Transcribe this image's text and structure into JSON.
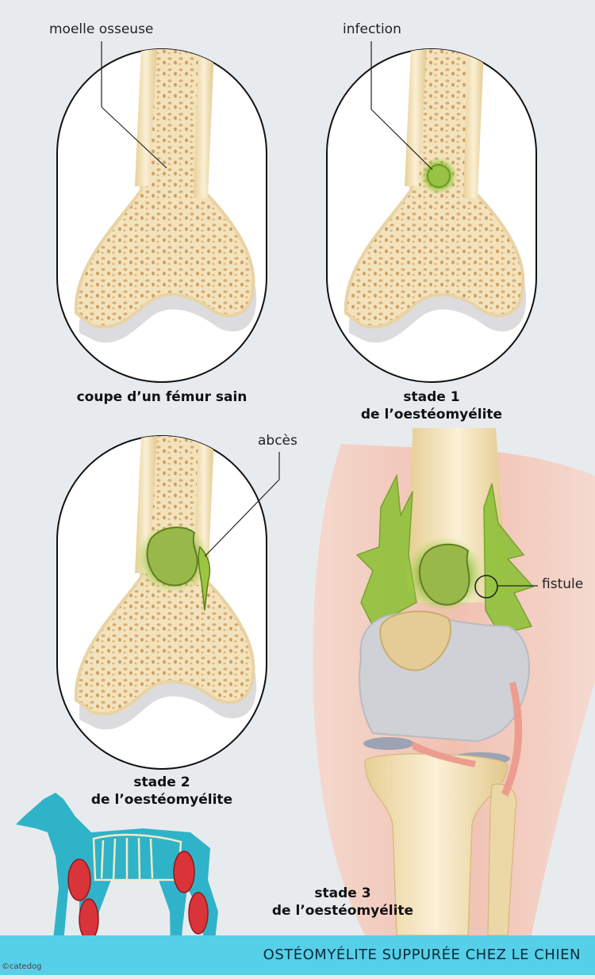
{
  "labels": {
    "marrow": "moelle osseuse",
    "infection": "infection",
    "abscess": "abcès",
    "fistula": "fistule"
  },
  "captions": {
    "healthy": "coupe d’un fémur sain",
    "stage1_line1": "stade 1",
    "stage1_line2": "de l’oestéomyélite",
    "stage2_line1": "stade 2",
    "stage2_line2": "de l’oestéomyélite",
    "stage3_line1": "stade 3",
    "stage3_line2": "de l’oestéomyélite"
  },
  "banner": {
    "title": "OSTÉOMYÉLITE SUPPURÉE CHEZ LE CHIEN"
  },
  "credit": "©catedog",
  "colors": {
    "background": "#e8ebee",
    "bone": "#f3e3bd",
    "marrow": "#d9b27c",
    "infection": "#8fbf3a",
    "cartilage": "#c9ccd2",
    "muscle": "#d9343a",
    "dog_body": "#2fb3c8",
    "banner": "#55d0e8",
    "leg_skin": "#f3c6b6"
  }
}
